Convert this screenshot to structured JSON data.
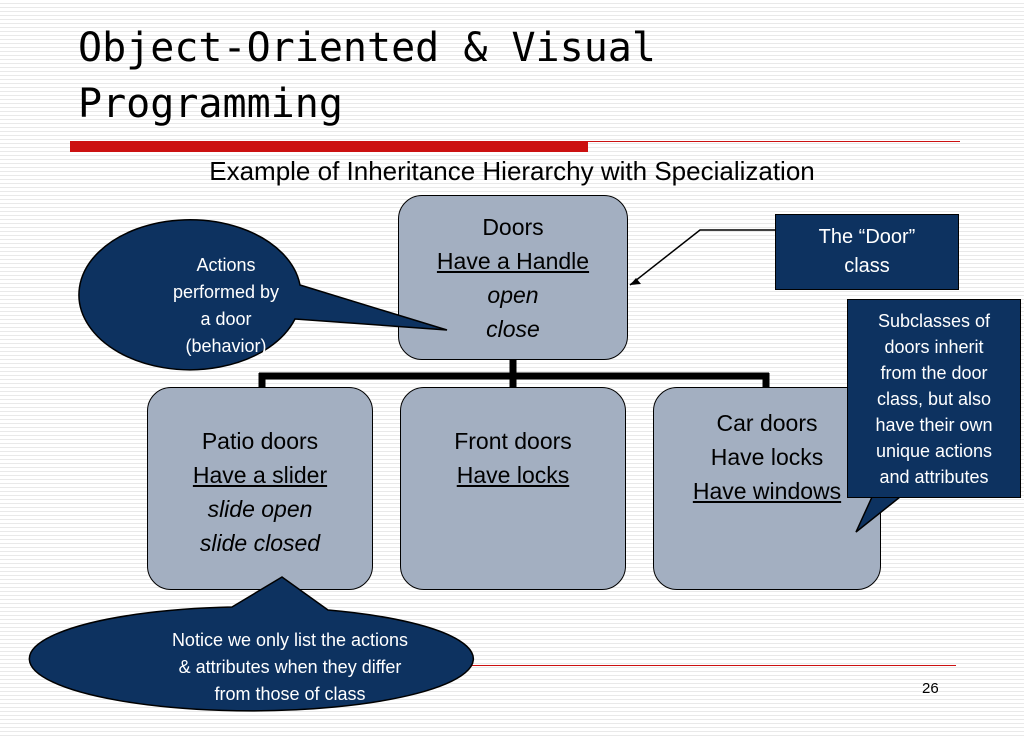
{
  "title": {
    "line1": "Object-Oriented & Visual",
    "line2": "Programming"
  },
  "subtitle": "Example of Inheritance Hierarchy with Specialization",
  "nodes": {
    "doors": {
      "name": "Doors",
      "attribute": "Have a Handle",
      "action1": "open",
      "action2": "close"
    },
    "patio": {
      "name": "Patio doors",
      "attribute": "Have a slider",
      "action1": "slide open",
      "action2": "slide closed"
    },
    "front": {
      "name": "Front doors",
      "attribute": "Have locks"
    },
    "car": {
      "name": "Car doors",
      "attribute1": "Have locks",
      "attribute2": "Have windows"
    }
  },
  "callouts": {
    "door_class": {
      "line1": "The “Door”",
      "line2": "class"
    },
    "subclasses": {
      "line1": "Subclasses of",
      "line2": "doors inherit",
      "line3": "from the door",
      "line4": "class, but also",
      "line5": "have their own",
      "line6": "unique actions",
      "line7": "and attributes"
    },
    "actions": {
      "line1": "Actions",
      "line2": "performed by",
      "line3": "a door",
      "line4": "(behavior)"
    },
    "notice": {
      "line1": "Notice we only list the actions",
      "line2": "& attributes when they differ",
      "line3": "from those of class"
    }
  },
  "page_number": "26",
  "colors": {
    "title_rule": "#cc1111",
    "box_fill": "#a3afc1",
    "callout_fill": "#0d3260"
  }
}
